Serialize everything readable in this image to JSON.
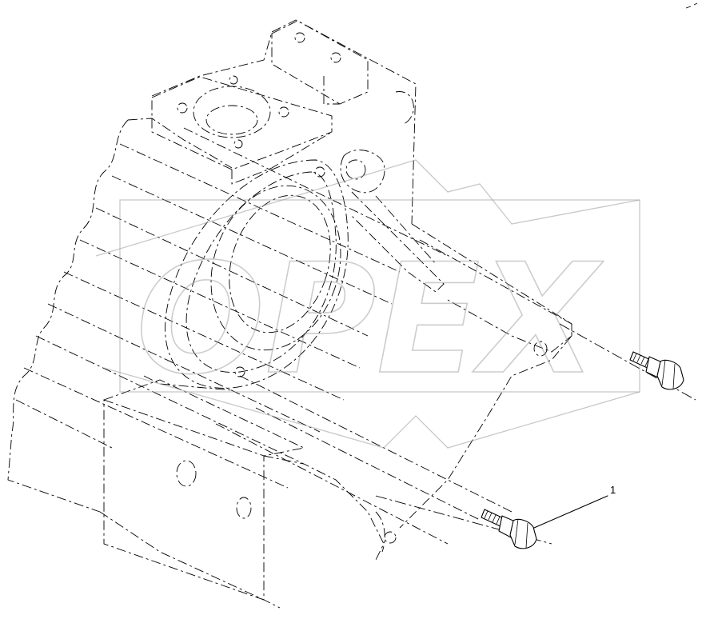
{
  "diagram": {
    "callouts": [
      {
        "id": "1",
        "label": "1"
      }
    ],
    "watermark": {
      "text": "OPEX"
    },
    "colors": {
      "line": "#000000",
      "watermark": "#9a9a9a",
      "background": "#ffffff"
    }
  }
}
